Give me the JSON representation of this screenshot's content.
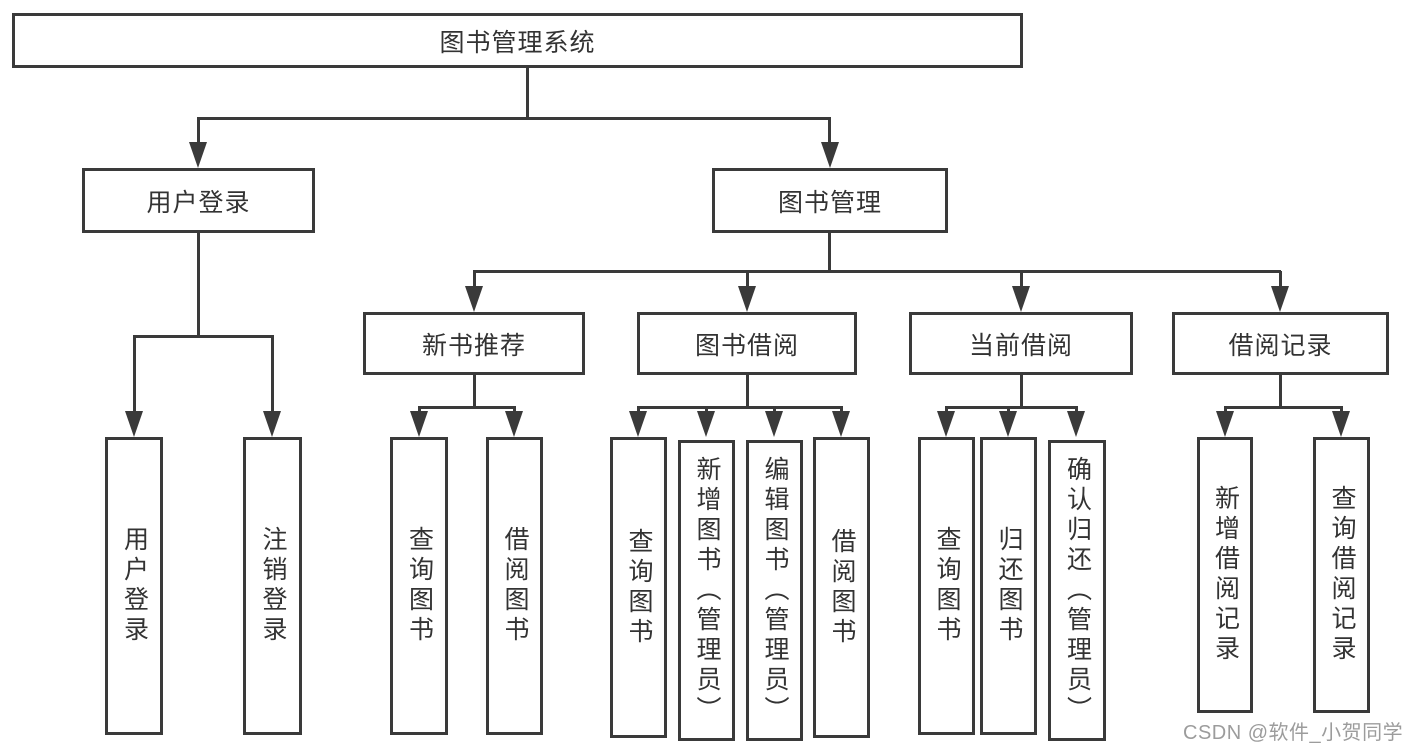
{
  "diagram": {
    "type": "hierarchy-tree",
    "tree": {
      "label": "图书管理系统",
      "children": [
        {
          "label": "用户登录",
          "children": [
            {
              "label": "用户登录"
            },
            {
              "label": "注销登录"
            }
          ]
        },
        {
          "label": "图书管理",
          "children": [
            {
              "label": "新书推荐",
              "children": [
                {
                  "label": "查询图书"
                },
                {
                  "label": "借阅图书"
                }
              ]
            },
            {
              "label": "图书借阅",
              "children": [
                {
                  "label": "查询图书"
                },
                {
                  "label": "新增图书（管理员）"
                },
                {
                  "label": "编辑图书（管理员）"
                },
                {
                  "label": "借阅图书"
                }
              ]
            },
            {
              "label": "当前借阅",
              "children": [
                {
                  "label": "查询图书"
                },
                {
                  "label": "归还图书"
                },
                {
                  "label": "确认归还（管理员）"
                }
              ]
            },
            {
              "label": "借阅记录",
              "children": [
                {
                  "label": "新增借阅记录"
                },
                {
                  "label": "查询借阅记录"
                }
              ]
            }
          ]
        }
      ]
    },
    "colors": {
      "line": "#3a3a3a",
      "text": "#333333",
      "background": "#ffffff",
      "watermark": "#9c9c9c"
    }
  },
  "watermark": {
    "text": "CSDN @软件_小贺同学"
  }
}
